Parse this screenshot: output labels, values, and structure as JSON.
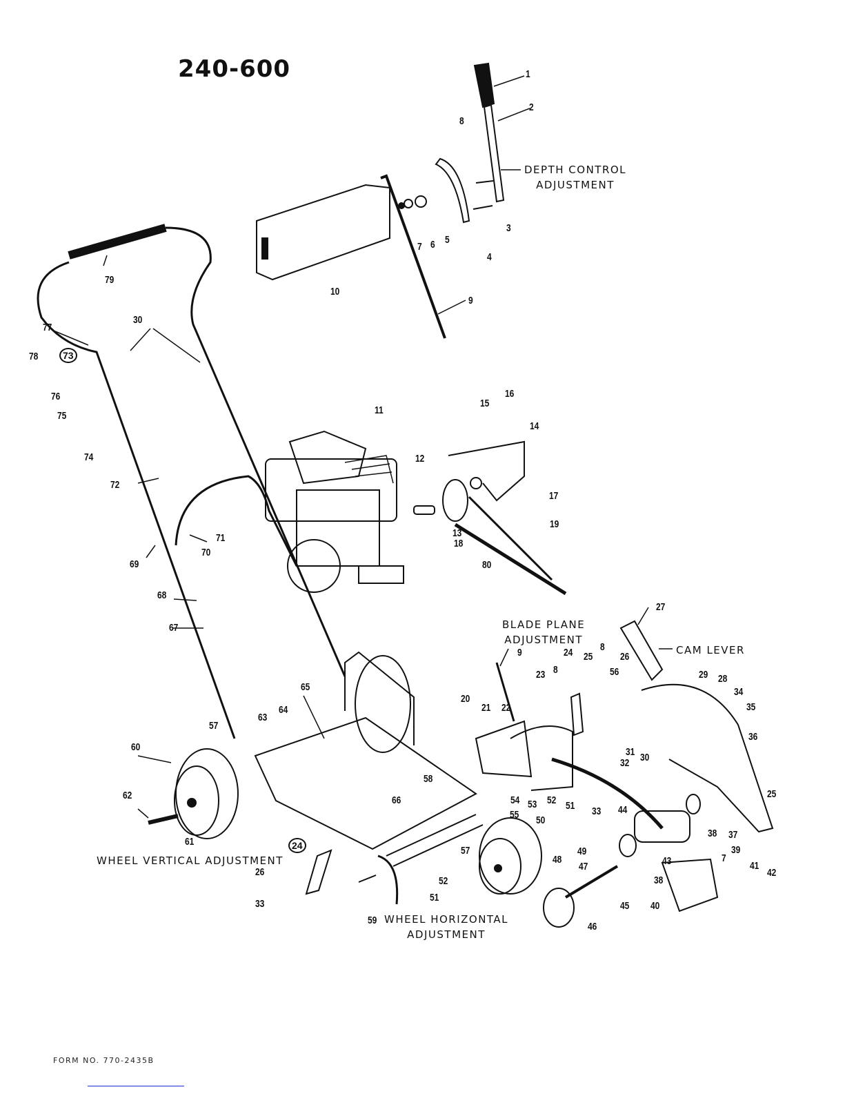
{
  "page": {
    "model_title": "240-600",
    "form_number": "FORM NO. 770-2435B",
    "link_rule_color": "#1a2fd6"
  },
  "annotations": {
    "depth_control": "DEPTH CONTROL\nADJUSTMENT",
    "blade_plane": "BLADE PLANE\nADJUSTMENT",
    "cam_lever": "CAM LEVER",
    "wheel_vertical": "WHEEL VERTICAL ADJUSTMENT",
    "wheel_horizontal": "WHEEL HORIZONTAL\nADJUSTMENT"
  },
  "callouts": {
    "c1": "1",
    "c2": "2",
    "c3": "3",
    "c4": "4",
    "c5": "5",
    "c6": "6",
    "c7": "7",
    "c8": "8",
    "c9": "9",
    "c10": "10",
    "c11": "11",
    "c12": "12",
    "c13": "13",
    "c14": "14",
    "c15": "15",
    "c16": "16",
    "c17": "17",
    "c18a": "18",
    "c19": "19",
    "c80": "80",
    "c79": "79",
    "c30a": "30",
    "c77": "77",
    "c73": "73",
    "c78": "78",
    "c76": "76",
    "c75": "75",
    "c74": "74",
    "c72": "72",
    "c71": "71",
    "c70": "70",
    "c69": "69",
    "c68": "68",
    "c67": "67",
    "c65": "65",
    "c63": "63",
    "c64": "64",
    "c57a": "57",
    "c60": "60",
    "c62": "62",
    "c61": "61",
    "c24a": "24",
    "c26a": "26",
    "c33a": "33",
    "c59": "59",
    "c66": "66",
    "c58": "58",
    "c52a": "52",
    "c51a": "51",
    "c57b": "57",
    "c55": "55",
    "c50": "50",
    "c49": "49",
    "c48a": "48",
    "c47": "47",
    "c46": "46",
    "c45": "45",
    "c9b": "9",
    "c20": "20",
    "c21": "21",
    "c22": "22",
    "c23": "23",
    "c8b": "8",
    "c24b": "24",
    "c25a": "25",
    "c8c": "8",
    "c56": "56",
    "c26b": "26",
    "c27": "27",
    "c29": "29",
    "c28": "28",
    "c34": "34",
    "c35": "35",
    "c36": "36",
    "c31": "31",
    "c32": "32",
    "c30b": "30",
    "c54": "54",
    "c53": "53",
    "c52b": "52",
    "c51b": "51",
    "c33b": "33",
    "c44": "44",
    "c25b": "25",
    "c38a": "38",
    "c37": "37",
    "c39": "39",
    "c7b": "7",
    "c43": "43",
    "c38b": "38",
    "c41": "41",
    "c42": "42",
    "c40": "40"
  }
}
